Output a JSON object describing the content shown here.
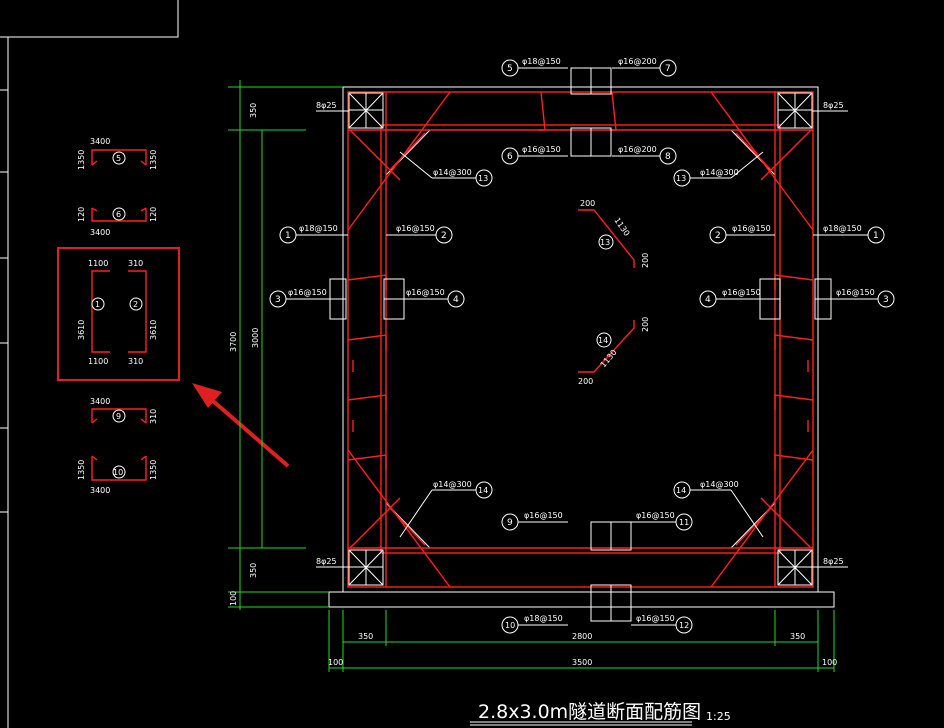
{
  "colors": {
    "background": "#000000",
    "line": "#ffffff",
    "rebar": "#ff2020",
    "dimension": "#1fdc1f",
    "highlight": "#e02020"
  },
  "drawing": {
    "title": "2.8x3.0m隧道断面配筋图",
    "scale": "1:25"
  },
  "left_details": {
    "b5": {
      "top": "3400",
      "left": "1350",
      "right": "1350",
      "id": "5"
    },
    "b6": {
      "left": "120",
      "right": "120",
      "bottom": "3400",
      "id": "6"
    },
    "b1_2": {
      "tl": "1100",
      "tr": "310",
      "bl": "1100",
      "br": "310",
      "left": "3610",
      "right": "3610",
      "id1": "1",
      "id2": "2"
    },
    "b9": {
      "top": "3400",
      "right": "310",
      "id": "9"
    },
    "b10": {
      "left": "1350",
      "right": "1350",
      "bottom": "3400",
      "id": "10"
    }
  },
  "callouts": {
    "c5": {
      "id": "5",
      "text": "φ18@150"
    },
    "c7": {
      "id": "7",
      "text": "φ16@200"
    },
    "c6": {
      "id": "6",
      "text": "φ16@150"
    },
    "c8": {
      "id": "8",
      "text": "φ16@200"
    },
    "c13l": {
      "id": "13",
      "text": "φ14@300"
    },
    "c13r": {
      "id": "13",
      "text": "φ14@300"
    },
    "c1l": {
      "id": "1",
      "text": "φ18@150"
    },
    "c2l": {
      "id": "2",
      "text": "φ16@150"
    },
    "c2r": {
      "id": "2",
      "text": "φ16@150"
    },
    "c1r": {
      "id": "1",
      "text": "φ18@150"
    },
    "c3l": {
      "id": "3",
      "text": "φ16@150"
    },
    "c4l": {
      "id": "4",
      "text": "φ16@150"
    },
    "c4r": {
      "id": "4",
      "text": "φ16@150"
    },
    "c3r": {
      "id": "3",
      "text": "φ16@150"
    },
    "c14l": {
      "id": "14",
      "text": "φ14@300"
    },
    "c14r": {
      "id": "14",
      "text": "φ14@300"
    },
    "c9": {
      "id": "9",
      "text": "φ16@150"
    },
    "c11": {
      "id": "11",
      "text": "φ16@150"
    },
    "c10": {
      "id": "10",
      "text": "φ18@150"
    },
    "c12": {
      "id": "12",
      "text": "φ16@150"
    }
  },
  "corner_bars": {
    "tl": "8φ25",
    "tr": "8φ25",
    "bl": "8φ25",
    "br": "8φ25"
  },
  "bar13": {
    "id": "13",
    "d1": "200",
    "d2": "1130",
    "d3": "200"
  },
  "bar14": {
    "id": "14",
    "d1": "200",
    "d2": "1130",
    "d3": "200"
  },
  "dims": {
    "v350a": "350",
    "v3000": "3000",
    "v3700": "3700",
    "v350b": "350",
    "v100": "100",
    "h350a": "350",
    "h2800": "2800",
    "h350b": "350",
    "h100a": "100",
    "h3500": "3500",
    "h100b": "100"
  }
}
